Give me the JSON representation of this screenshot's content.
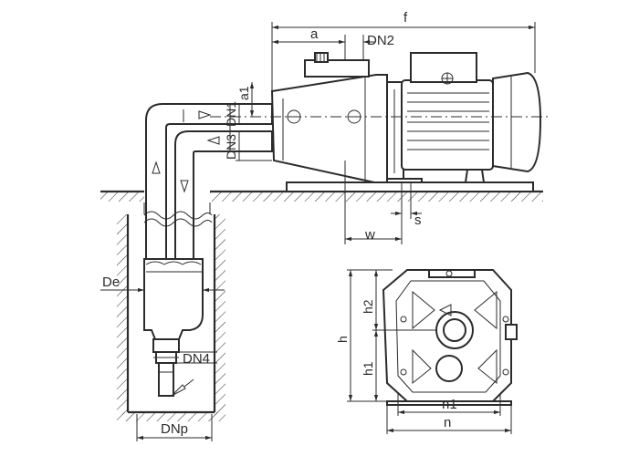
{
  "labels": {
    "f": "f",
    "a": "a",
    "dn2": "DN2",
    "a1": "a1",
    "dn1": "DN1",
    "dn3": "DN3",
    "w": "w",
    "s": "s",
    "de": "De",
    "dn4": "DN4",
    "dnp": "DNp",
    "h": "h",
    "h1": "h1",
    "h2": "h2",
    "n1": "n1",
    "n": "n"
  }
}
